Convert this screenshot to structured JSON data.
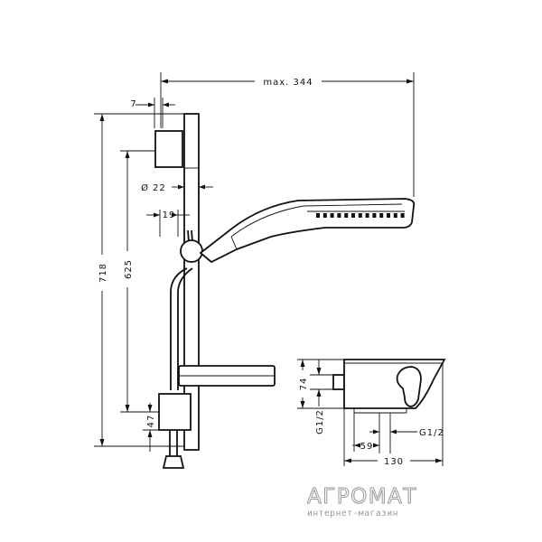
{
  "dimensions": {
    "max_width": "max. 344",
    "rail_offset": "7",
    "rail_diameter": "Ø 22",
    "knob_offset": "19",
    "total_height": "718",
    "rail_length": "625",
    "bottom_offset": "47",
    "valve_height": "74",
    "valve_inlet_left": "G1/2",
    "valve_inlet_right": "G1/2",
    "valve_inlet_spacing": "59",
    "valve_depth": "130"
  },
  "watermark": {
    "name": "АГРОМАТ",
    "subtitle": "интернет-магазин"
  }
}
